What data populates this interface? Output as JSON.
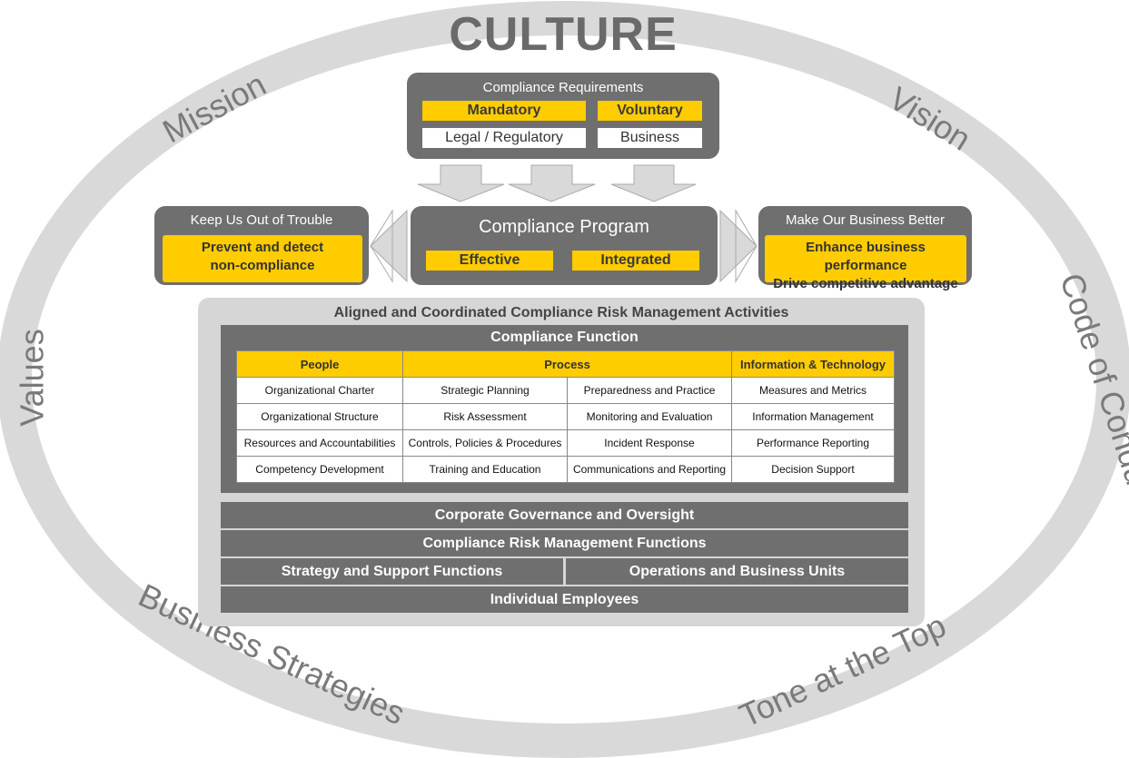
{
  "culture": {
    "title": "CULTURE",
    "ring_labels": {
      "mission": "Mission",
      "vision": "Vision",
      "values": "Values",
      "code_of_conduct": "Code of Conduct",
      "business_strategies": "Business Strategies",
      "tone_at_top": "Tone at the Top"
    }
  },
  "requirements": {
    "title": "Compliance Requirements",
    "mandatory": "Mandatory",
    "voluntary": "Voluntary",
    "legal": "Legal / Regulatory",
    "business": "Business"
  },
  "left_panel": {
    "title": "Keep Us Out of Trouble",
    "line1": "Prevent and detect",
    "line2": "non-compliance"
  },
  "program": {
    "title": "Compliance Program",
    "effective": "Effective",
    "integrated": "Integrated"
  },
  "right_panel": {
    "title": "Make Our Business Better",
    "line1": "Enhance business performance",
    "line2": "Drive competitive advantage"
  },
  "activities": {
    "title": "Aligned and Coordinated Compliance Risk Management Activities",
    "function_title": "Compliance Function",
    "headers": {
      "people": "People",
      "process": "Process",
      "info_tech": "Information & Technology"
    },
    "rows": [
      [
        "Organizational Charter",
        "Strategic Planning",
        "Preparedness and Practice",
        "Measures and Metrics"
      ],
      [
        "Organizational Structure",
        "Risk Assessment",
        "Monitoring and Evaluation",
        "Information Management"
      ],
      [
        "Resources and Accountabilities",
        "Controls, Policies & Procedures",
        "Incident Response",
        "Performance Reporting"
      ],
      [
        "Competency Development",
        "Training and Education",
        "Communications and Reporting",
        "Decision Support"
      ]
    ]
  },
  "layers": {
    "governance": "Corporate Governance and Oversight",
    "risk_functions": "Compliance Risk Management Functions",
    "strategy": "Strategy and Support Functions",
    "operations": "Operations and Business Units",
    "employees": "Individual Employees"
  },
  "colors": {
    "accent": "#ffcc00",
    "panel": "#6f6f6f",
    "ring": "#d9d9d9"
  }
}
